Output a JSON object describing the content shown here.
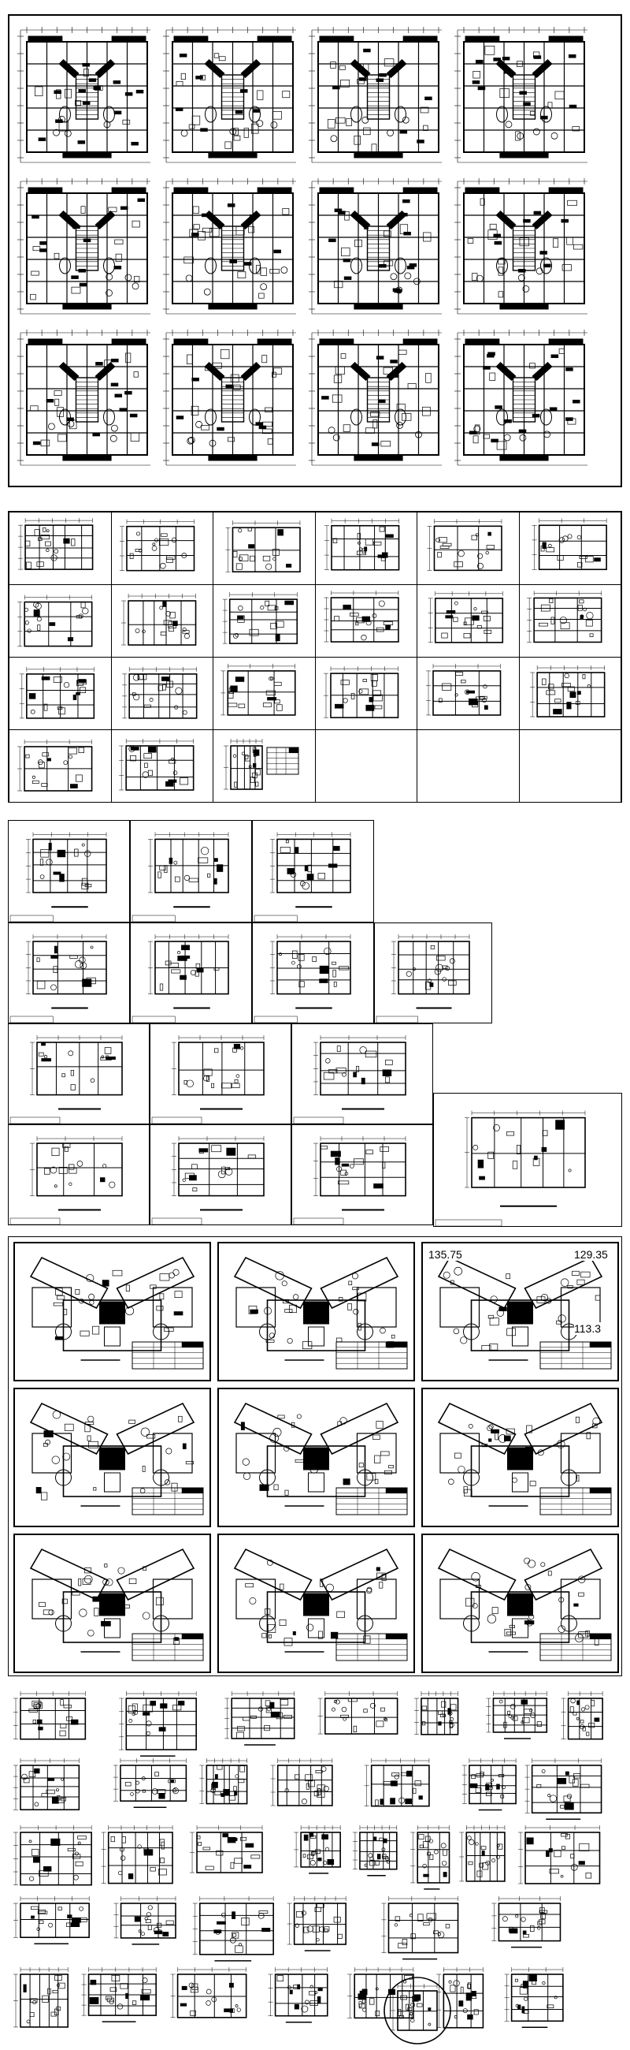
{
  "page": {
    "background": "#ffffff",
    "ink": "#000000"
  },
  "sections": [
    {
      "id": "sheet-1",
      "description_name": "large-floor-plan-grid",
      "rows": 3,
      "cols": 4
    },
    {
      "id": "sheet-2",
      "description_name": "small-floor-plan-grid",
      "rows": 4,
      "cols": 6
    },
    {
      "id": "sheet-3",
      "description_name": "mixed-floor-plan-sheet"
    },
    {
      "id": "sheet-4",
      "description_name": "y-shaped-tower-plans",
      "rows": 3,
      "cols": 3
    },
    {
      "id": "sheet-5",
      "description_name": "loose-plan-collection"
    }
  ],
  "annotations": {
    "area_a": "135.75",
    "area_b": "129.35",
    "area_c": "113.3"
  }
}
